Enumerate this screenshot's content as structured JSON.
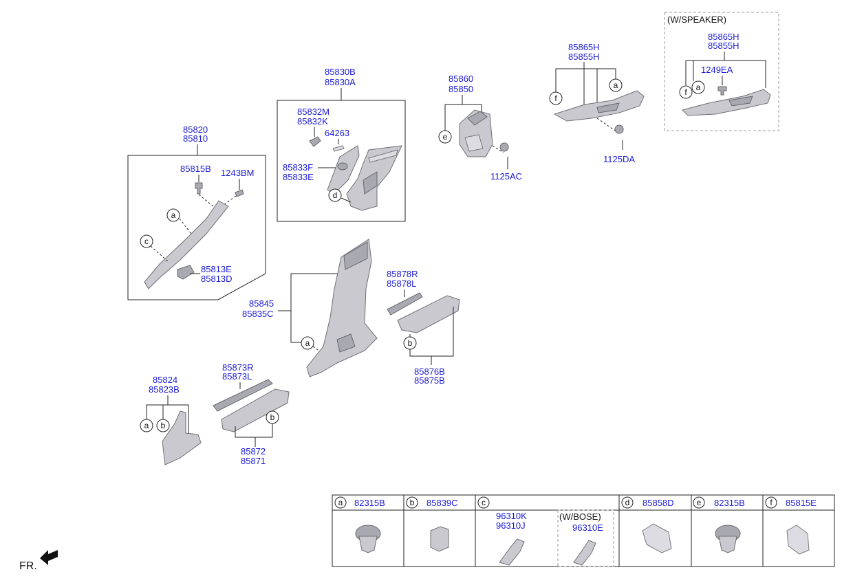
{
  "labels": {
    "p85820": "85820",
    "p85810": "85810",
    "p85815B": "85815B",
    "p1243BM": "1243BM",
    "p85813E": "85813E",
    "p85813D": "85813D",
    "p85830B": "85830B",
    "p85830A": "85830A",
    "p85832M": "85832M",
    "p85832K": "85832K",
    "p64263": "64263",
    "p85833F": "85833F",
    "p85833E": "85833E",
    "p85860": "85860",
    "p85850": "85850",
    "p1125AC": "1125AC",
    "p85865H_a": "85865H",
    "p85855H_a": "85855H",
    "p1125DA": "1125DA",
    "w_speaker": "(W/SPEAKER)",
    "p85865H_b": "85865H",
    "p85855H_b": "85855H",
    "p1249EA": "1249EA",
    "p85845": "85845",
    "p85835C": "85835C",
    "p85878R": "85878R",
    "p85878L": "85878L",
    "p85876B": "85876B",
    "p85875B": "85875B",
    "p85824": "85824",
    "p85823B": "85823B",
    "p85873R": "85873R",
    "p85873L": "85873L",
    "p85872": "85872",
    "p85871": "85871",
    "fr": "FR."
  },
  "callouts": {
    "a": "a",
    "b": "b",
    "c": "c",
    "d": "d",
    "e": "e",
    "f": "f"
  },
  "legend": {
    "a_part": "82315B",
    "b_part": "85839C",
    "c_part1": "96310K",
    "c_part2": "96310J",
    "c_bose": "(W/BOSE)",
    "c_bose_part": "96310E",
    "d_part": "85858D",
    "e_part": "82315B",
    "f_part": "85815E"
  },
  "colors": {
    "label": "#1a1ad6",
    "part_fill": "#c9c9cf",
    "part_stroke": "#6e6e75"
  }
}
